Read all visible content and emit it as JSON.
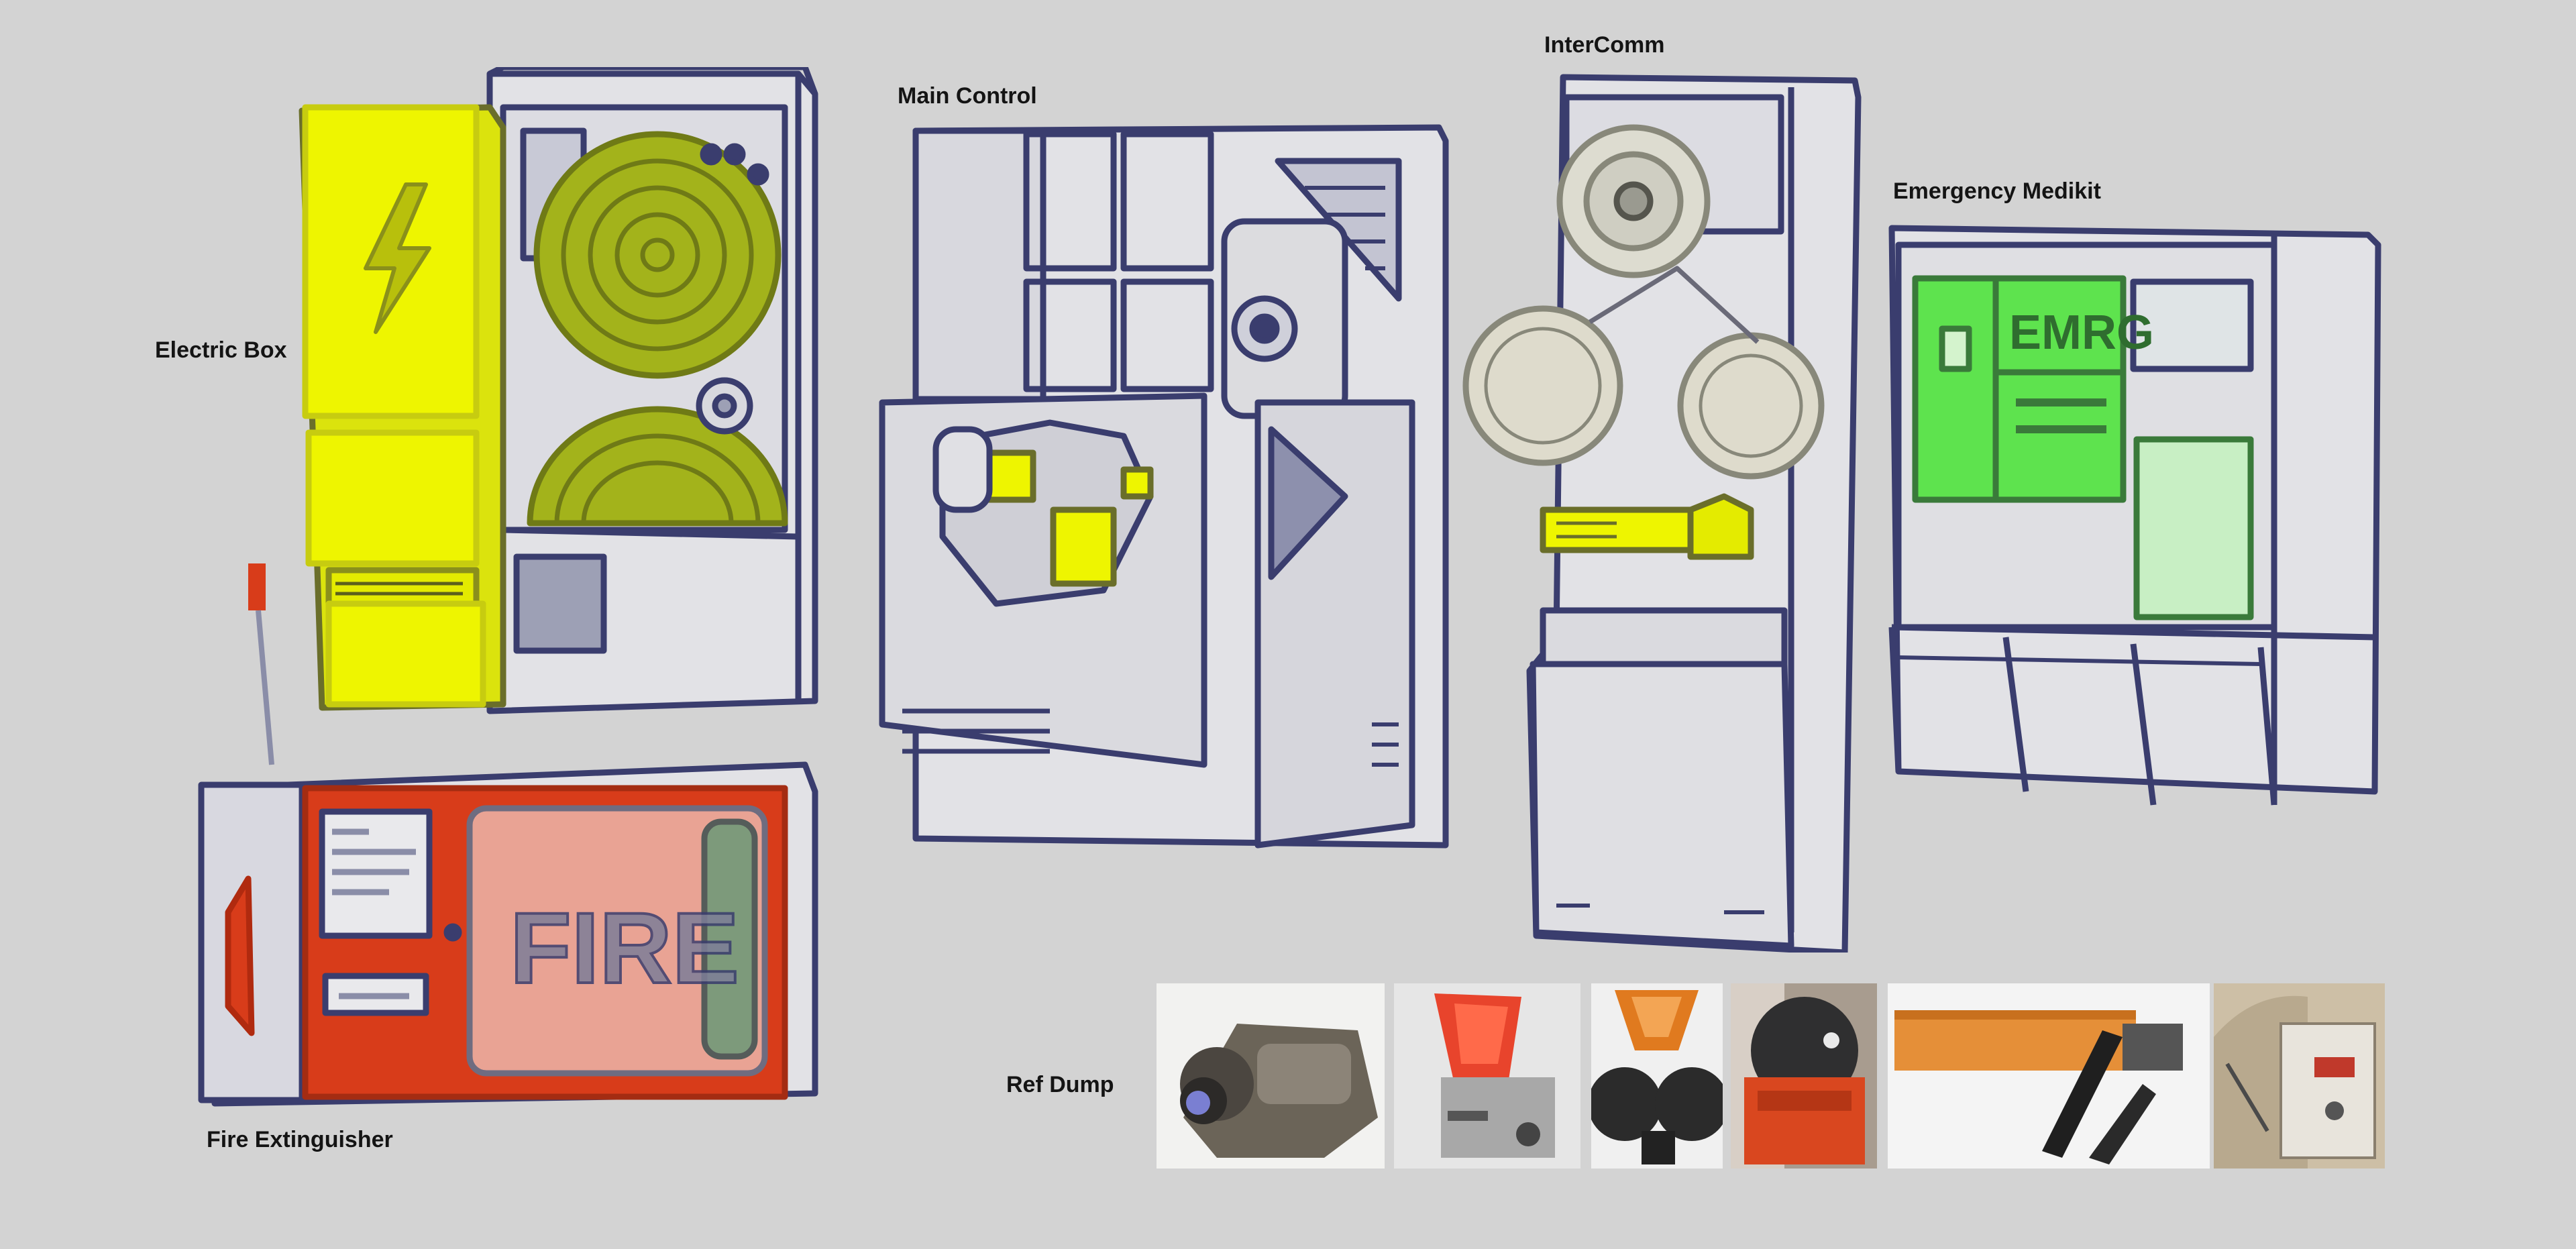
{
  "labels": {
    "electric_box": "Electric Box",
    "main_control": "Main Control",
    "intercomm": "InterComm",
    "emergency_medikit": "Emergency Medikit",
    "fire_extinguisher": "Fire Extinguisher",
    "ref_dump": "Ref Dump"
  },
  "fire_panel_text": "FIRE",
  "medikit_panel_text": "EMRG",
  "colors": {
    "background": "#d3d3d3",
    "outline": "#3a3d6e",
    "body_fill": "#e2e2e6",
    "electric_yellow": "#eef500",
    "olive_green": "#a3b31b",
    "fire_red": "#d83c1a",
    "fire_panel_pink": "#e9a394",
    "fire_panel_green": "#7d9a7b",
    "medikit_green": "#5ee34e",
    "medikit_light_green": "#c8efc4"
  },
  "reference_images": [
    {
      "id": "ref-1",
      "subject": "robotic camera head"
    },
    {
      "id": "ref-2",
      "subject": "red horn speaker device"
    },
    {
      "id": "ref-3",
      "subject": "orange horn speaker"
    },
    {
      "id": "ref-4",
      "subject": "dark sphere in orange box"
    },
    {
      "id": "ref-5",
      "subject": "orange case with black arm"
    },
    {
      "id": "ref-6",
      "subject": "aircraft interior panel"
    }
  ]
}
